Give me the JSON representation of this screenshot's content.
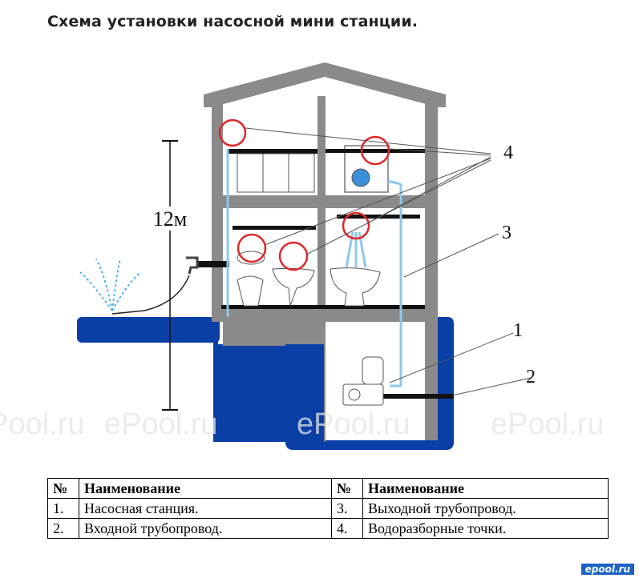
{
  "title": "Схема установки насосной мини станции.",
  "height_label": "12м",
  "callouts": [
    "1",
    "2",
    "3",
    "4"
  ],
  "watermark": "ePool.ru",
  "legend": {
    "headers": [
      "№",
      "Наименование",
      "№",
      "Наименование"
    ],
    "rows": [
      [
        "1.",
        "Насосная станция.",
        "3.",
        "Выходной трубопровод."
      ],
      [
        "2.",
        "Входной трубопровод.",
        "4.",
        "Водоразборные точки."
      ]
    ]
  },
  "corner_logo": "epool.ru",
  "colors": {
    "water": "#0a3fa6",
    "pipe": "#8cc8ec",
    "wall": "#8a8a8a",
    "highlight": "#e0262a"
  }
}
